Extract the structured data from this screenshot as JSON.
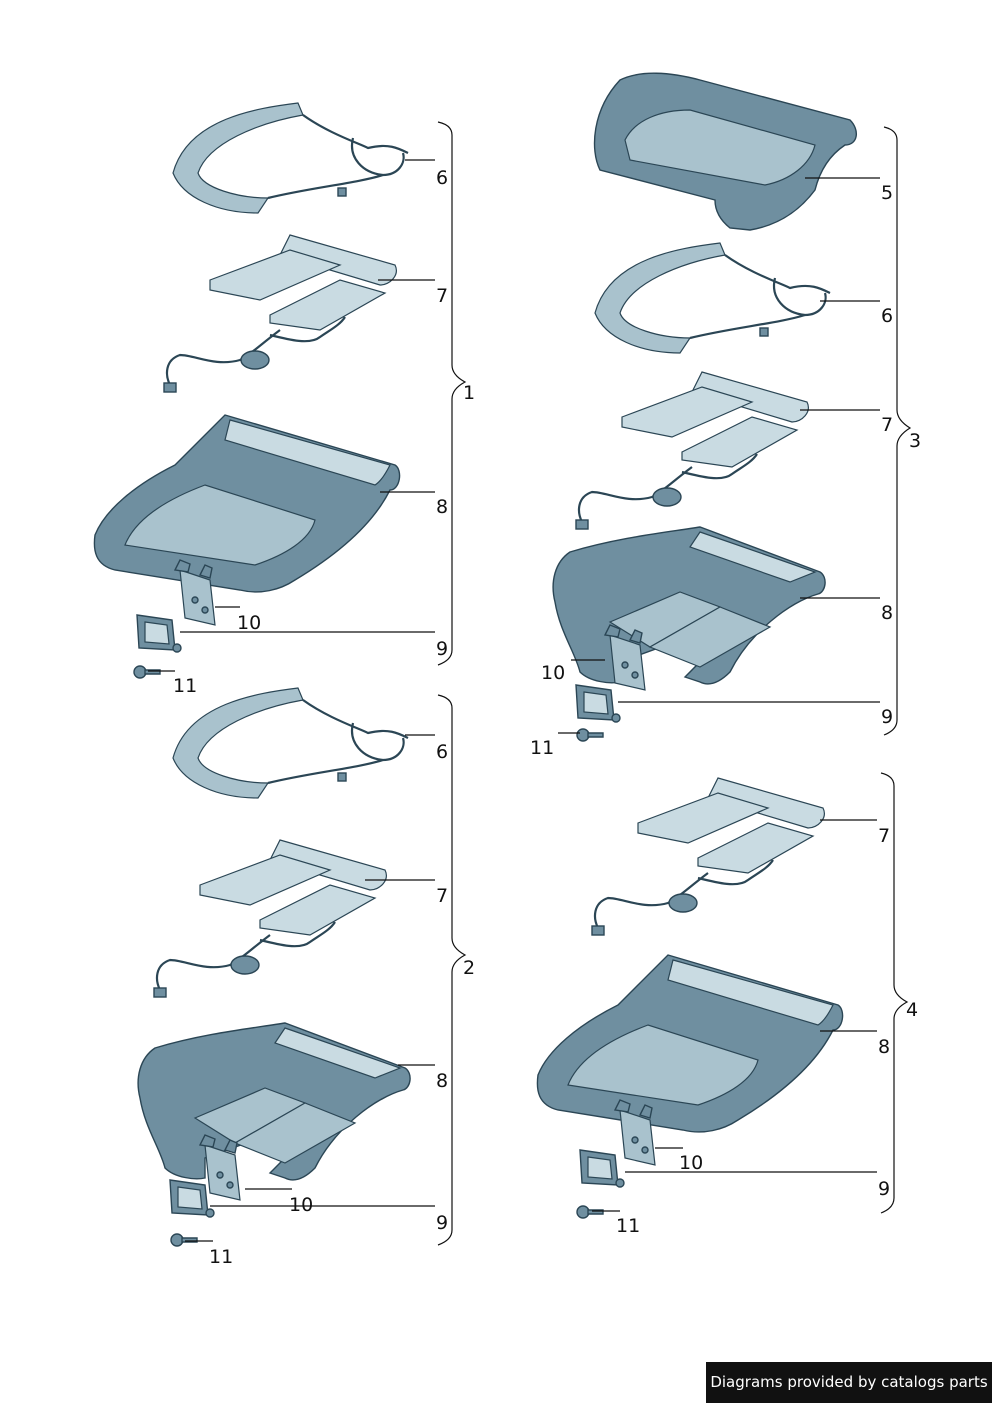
{
  "footer": {
    "text": "Diagrams provided by catalogs parts"
  },
  "groups": [
    {
      "label": "1",
      "parts": [
        "6",
        "7",
        "8",
        "10",
        "9",
        "11"
      ]
    },
    {
      "label": "2",
      "parts": [
        "6",
        "7",
        "8",
        "10",
        "9",
        "11"
      ]
    },
    {
      "label": "3",
      "parts": [
        "5",
        "6",
        "7",
        "8",
        "10",
        "9",
        "11"
      ]
    },
    {
      "label": "4",
      "parts": [
        "7",
        "8",
        "10",
        "9",
        "11"
      ]
    }
  ],
  "colors": {
    "part_fill": "#6f8fa0",
    "part_light": "#c9dbe2",
    "outline": "#2b4655"
  }
}
